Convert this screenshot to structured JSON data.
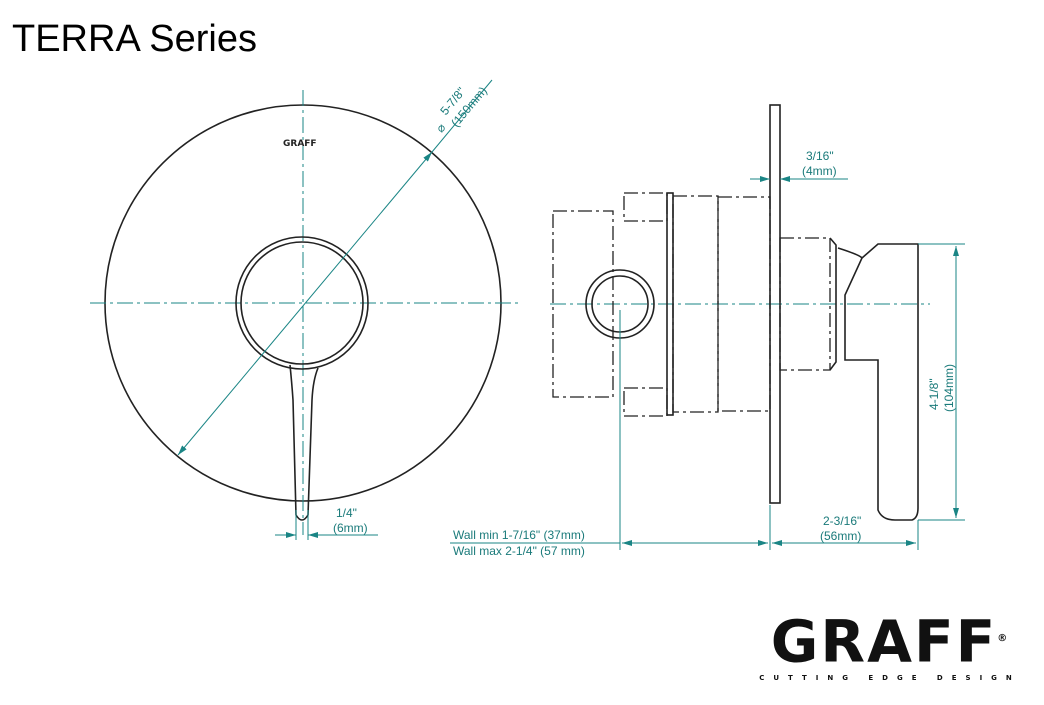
{
  "title": "TERRA Series",
  "plate_mark": "GRAFF",
  "dimensions": {
    "diameter_in": "5-7/8\"",
    "diameter_mm": "(150mm)",
    "diameter_symbol": "⌀",
    "lever_width_in": "1/4\"",
    "lever_width_mm": "(6mm)",
    "wall_min": "Wall min 1-7/16\" (37mm)",
    "wall_max": "Wall max 2-1/4\" (57 mm)",
    "projection_in": "2-3/16\"",
    "projection_mm": "(56mm)",
    "plate_thickness_in": "3/16\"",
    "plate_thickness_mm": "(4mm)",
    "lever_height_in": "4-1/8\"",
    "lever_height_mm": "(104mm)"
  },
  "logo": {
    "name": "GRAFF",
    "tagline": "CUTTING EDGE DESIGN",
    "registered": "®"
  },
  "colors": {
    "dimension": "#1a8585",
    "outline": "#222222"
  }
}
